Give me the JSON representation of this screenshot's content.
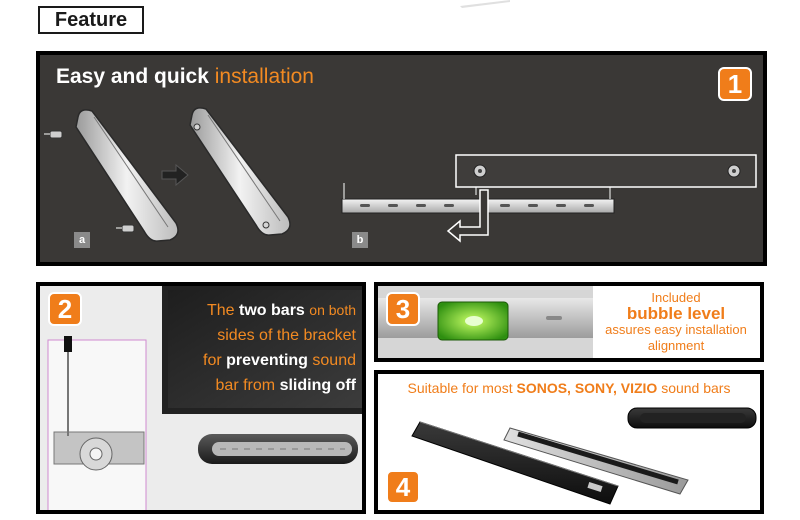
{
  "header": {
    "feature_label": "Feature"
  },
  "panel1": {
    "badge": "1",
    "title_main": "Easy and quick",
    "title_accent": "installation",
    "step_a": "a",
    "step_b": "b"
  },
  "panel2": {
    "badge": "2",
    "line1_accent": "The",
    "line1_bold": "two bars",
    "line1_rest": "on both",
    "line2": "sides of the bracket",
    "line3_accent": "for",
    "line3_bold": "preventing",
    "line3_rest": "sound",
    "line4_accent": "bar from",
    "line4_bold": "sliding off"
  },
  "panel3": {
    "badge": "3",
    "line1": "Included",
    "line2": "bubble level",
    "line3": "assures easy installation",
    "line4": "alignment"
  },
  "panel4": {
    "badge": "4",
    "text_prefix": "Suitable for most",
    "brands": "SONOS, SONY, VIZIO",
    "text_suffix": "sound bars"
  },
  "colors": {
    "accent": "#f07d1a",
    "panel_dark": "#3a3836",
    "border": "#000000"
  }
}
